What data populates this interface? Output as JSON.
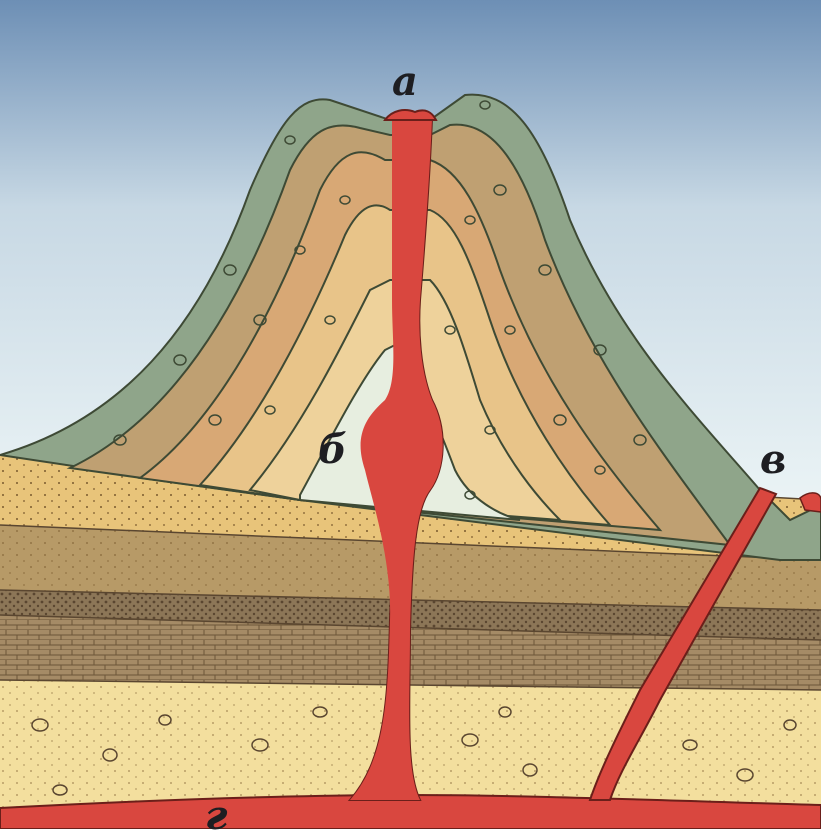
{
  "labels": {
    "crater": "а",
    "main_vent": "б",
    "side_vent": "в",
    "magma_chamber": "г"
  },
  "colors": {
    "sky_top": "#6d8fb5",
    "sky_bottom": "#eaf3f5",
    "ash_outer": "#8fa58a",
    "ash_mid": "#c9a06a",
    "ash_inner": "#e8c489",
    "magma": "#d9473f",
    "sand_layer": "#e8c47a",
    "dark_layer": "#b79a67",
    "brick_layer": "#9b8260",
    "bottom_layer": "#f3df9e"
  }
}
